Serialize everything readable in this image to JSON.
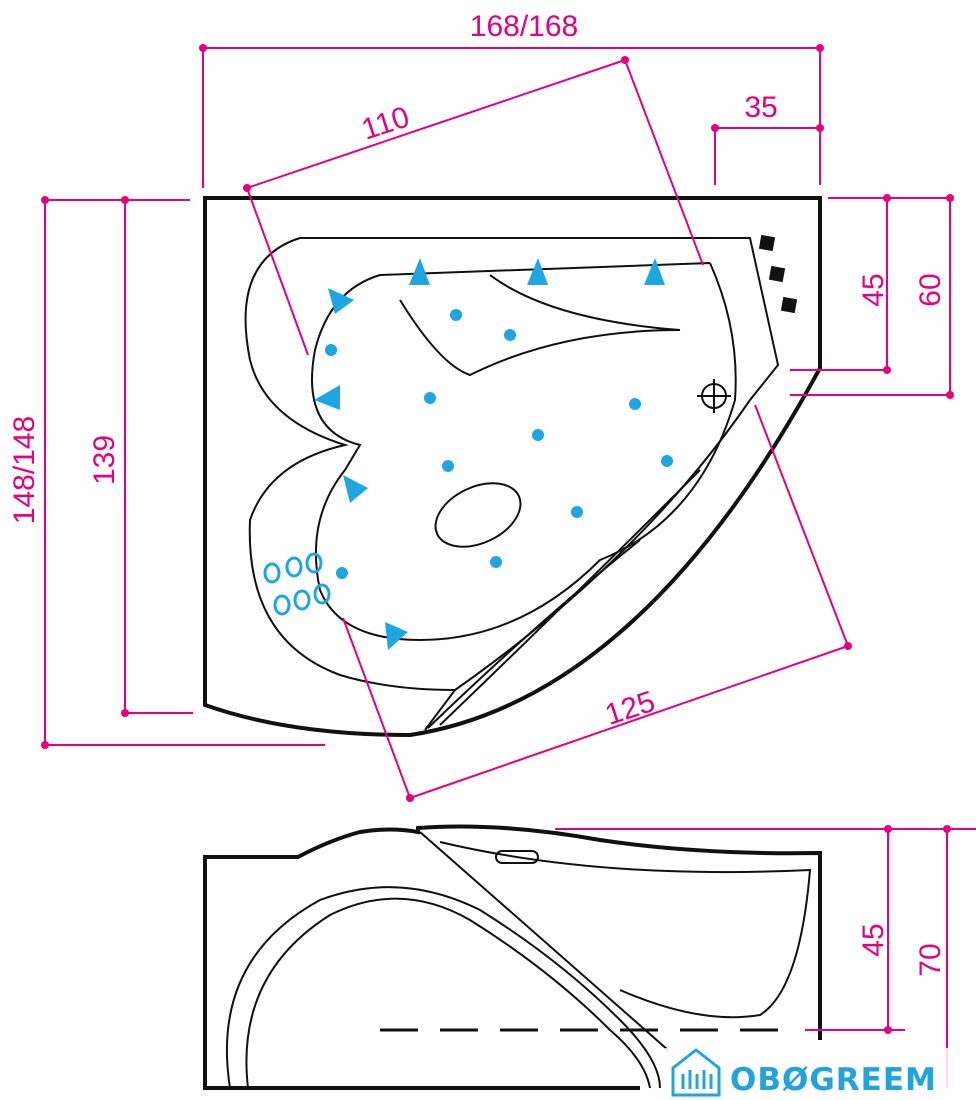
{
  "colors": {
    "dimension": "#e6007e",
    "outline": "#111111",
    "jet": "#1ea6e0",
    "logo": "#22a3dc",
    "background": "#ffffff"
  },
  "top_view": {
    "dims": {
      "overall_width": "168/168",
      "diagonal_back": "110",
      "offset_right": "35",
      "overall_height": "148/148",
      "inner_height": "139",
      "right_45": "45",
      "right_60": "60",
      "diagonal_front": "125"
    },
    "icons": [
      "control-button-icon",
      "control-button-icon",
      "control-button-icon",
      "drain-icon",
      "pillow-icon"
    ]
  },
  "side_view": {
    "dims": {
      "height_45": "45",
      "height_70": "70"
    }
  },
  "logo": {
    "text": "OBØGREEM",
    "icon": "house-icon"
  }
}
